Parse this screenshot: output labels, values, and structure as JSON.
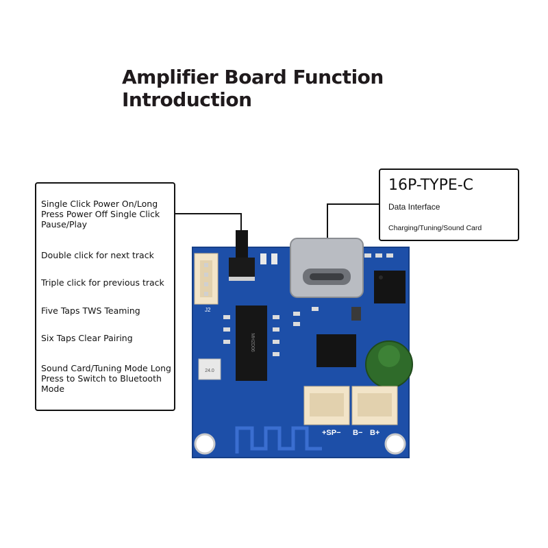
{
  "title": {
    "line1": "Amplifier Board Function",
    "line2": "Introduction"
  },
  "button_callout": {
    "items": [
      "Single Click Power On/Long Press Power Off Single Click Pause/Play",
      "Double click for next track",
      "Triple click for previous track",
      "Five Taps TWS Teaming",
      "Six Taps Clear Pairing",
      "Sound Card/Tuning Mode Long Press to Switch to Bluetooth Mode"
    ]
  },
  "typec_callout": {
    "heading": "16P-TYPE-C",
    "line1": "Data Interface",
    "line2": "Charging/Tuning/Sound Card"
  },
  "board_labels": {
    "sp": "+SP−",
    "b_minus": "B−",
    "b_plus": "B+",
    "j2": "J2",
    "chip_text": "MH2D06",
    "crystal_text": "24.0"
  },
  "colors": {
    "pcb": "#1d4fa8",
    "connector": "#f2e4c8",
    "capacitor": "#2f6b2a"
  }
}
